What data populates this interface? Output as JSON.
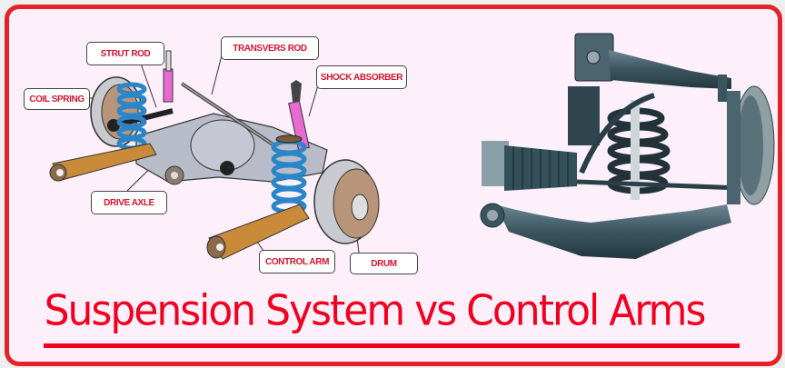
{
  "title": "Suspension System vs Control Arms",
  "colors": {
    "accent": "#e52229",
    "title": "#f0001e",
    "label_text": "#d7142f",
    "background": "#fdf0fb",
    "spring_blue": "#2a86c8",
    "arm_orange": "#c98a3a",
    "shock_pink": "#e66ad0",
    "metal_gray": "#b8bcc8",
    "steel_teal": "#3b5560"
  },
  "left_diagram": {
    "labels": {
      "strut_rod": "STRUT ROD",
      "transvers_rod": "TRANSVERS ROD",
      "shock_absorber": "SHOCK ABSORBER",
      "coil_spring": "COIL SPRING",
      "drive_axle": "DRIVE AXLE",
      "control_arm": "CONTROL ARM",
      "drum": "DRUM"
    }
  },
  "right_image": {
    "subject": "control-arm-assembly"
  }
}
